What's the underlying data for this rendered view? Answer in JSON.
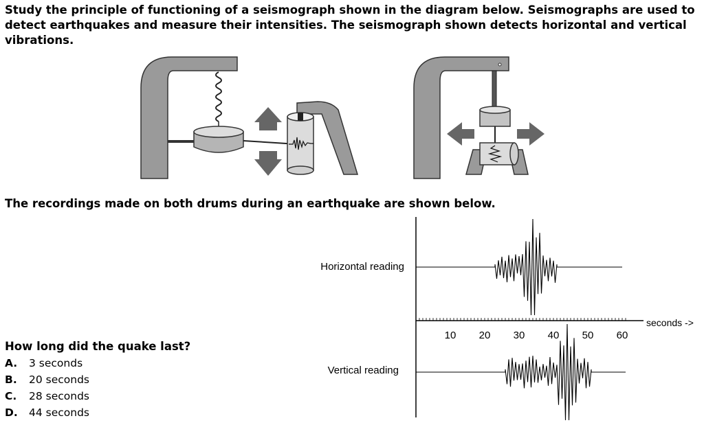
{
  "intro_text": "Study the principle of functioning of a seismograph shown in the diagram below. Seismographs are used to detect earthquakes and measure their intensities. The seismograph shown detects horizontal and vertical vibrations.",
  "recordings_text": "The recordings made on both drums during an earthquake are shown below.",
  "question": "How long did the quake last?",
  "options": [
    {
      "letter": "A.",
      "text": "3 seconds"
    },
    {
      "letter": "B.",
      "text": "20 seconds"
    },
    {
      "letter": "C.",
      "text": "28 seconds"
    },
    {
      "letter": "D.",
      "text": "44 seconds"
    }
  ],
  "colors": {
    "frame": "#9a9a9a",
    "arrow": "#666666",
    "ink": "#000000"
  },
  "chart_data": {
    "type": "line",
    "xlabel": "seconds ->",
    "x_ticks": [
      10,
      20,
      30,
      40,
      50,
      60
    ],
    "xlim": [
      0,
      61
    ],
    "series": [
      {
        "name": "Horizontal reading",
        "start": 0,
        "end": 60,
        "active_start": 23,
        "active_end": 41,
        "peak_at": 34
      },
      {
        "name": "Vertical reading",
        "start": 0,
        "end": 61,
        "active_start": 26,
        "active_end": 51,
        "peak_at": 44
      }
    ]
  }
}
